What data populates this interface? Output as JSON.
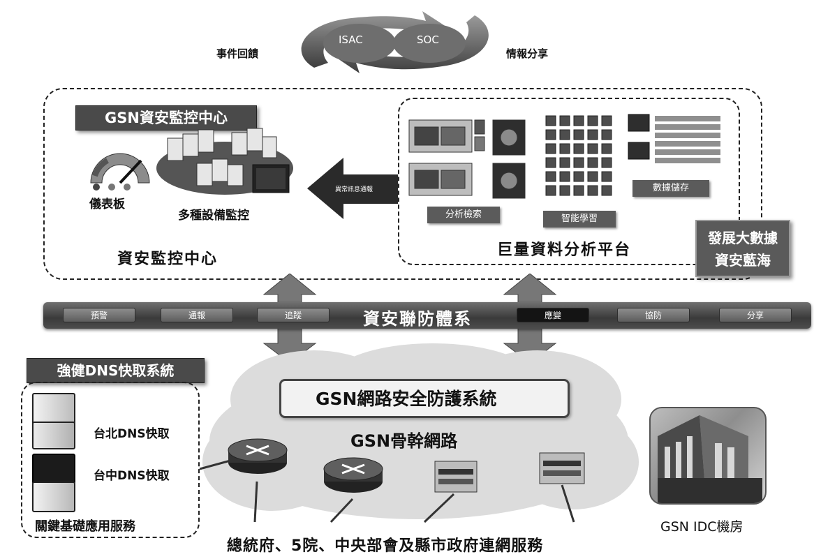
{
  "cycle": {
    "left_label": "事件回饋",
    "right_label": "情報分享",
    "isac_label": "ISAC",
    "soc_label": "SOC"
  },
  "monitoring_center": {
    "title": "GSN資安監控中心",
    "dashboard_label": "儀表板",
    "devices_label": "多種設備監控",
    "caption": "資安監控中心"
  },
  "arrow_label": "異常訊息通報",
  "analytics_platform": {
    "search_label": "分析檢索",
    "ml_label": "智能學習",
    "storage_label": "數據儲存",
    "caption": "巨量資料分析平台"
  },
  "big_data_badge": {
    "line1": "發展大數據",
    "line2": "資安藍海"
  },
  "defense_bar": {
    "title": "資安聯防體系",
    "items": [
      "預警",
      "通報",
      "追蹤",
      "應變",
      "協防",
      "分享"
    ]
  },
  "dns_system": {
    "title": "強健DNS快取系統",
    "taipei_label": "台北DNS快取",
    "taichung_label": "台中DNS快取",
    "footer": "關鍵基礎應用服務"
  },
  "gsn_cloud": {
    "protection_title": "GSN網路安全防護系統",
    "backbone_label": "GSN骨幹網路"
  },
  "idc_label": "GSN IDC機房",
  "bottom_caption": "總統府、5院、中央部會及縣市政府連網服務"
}
